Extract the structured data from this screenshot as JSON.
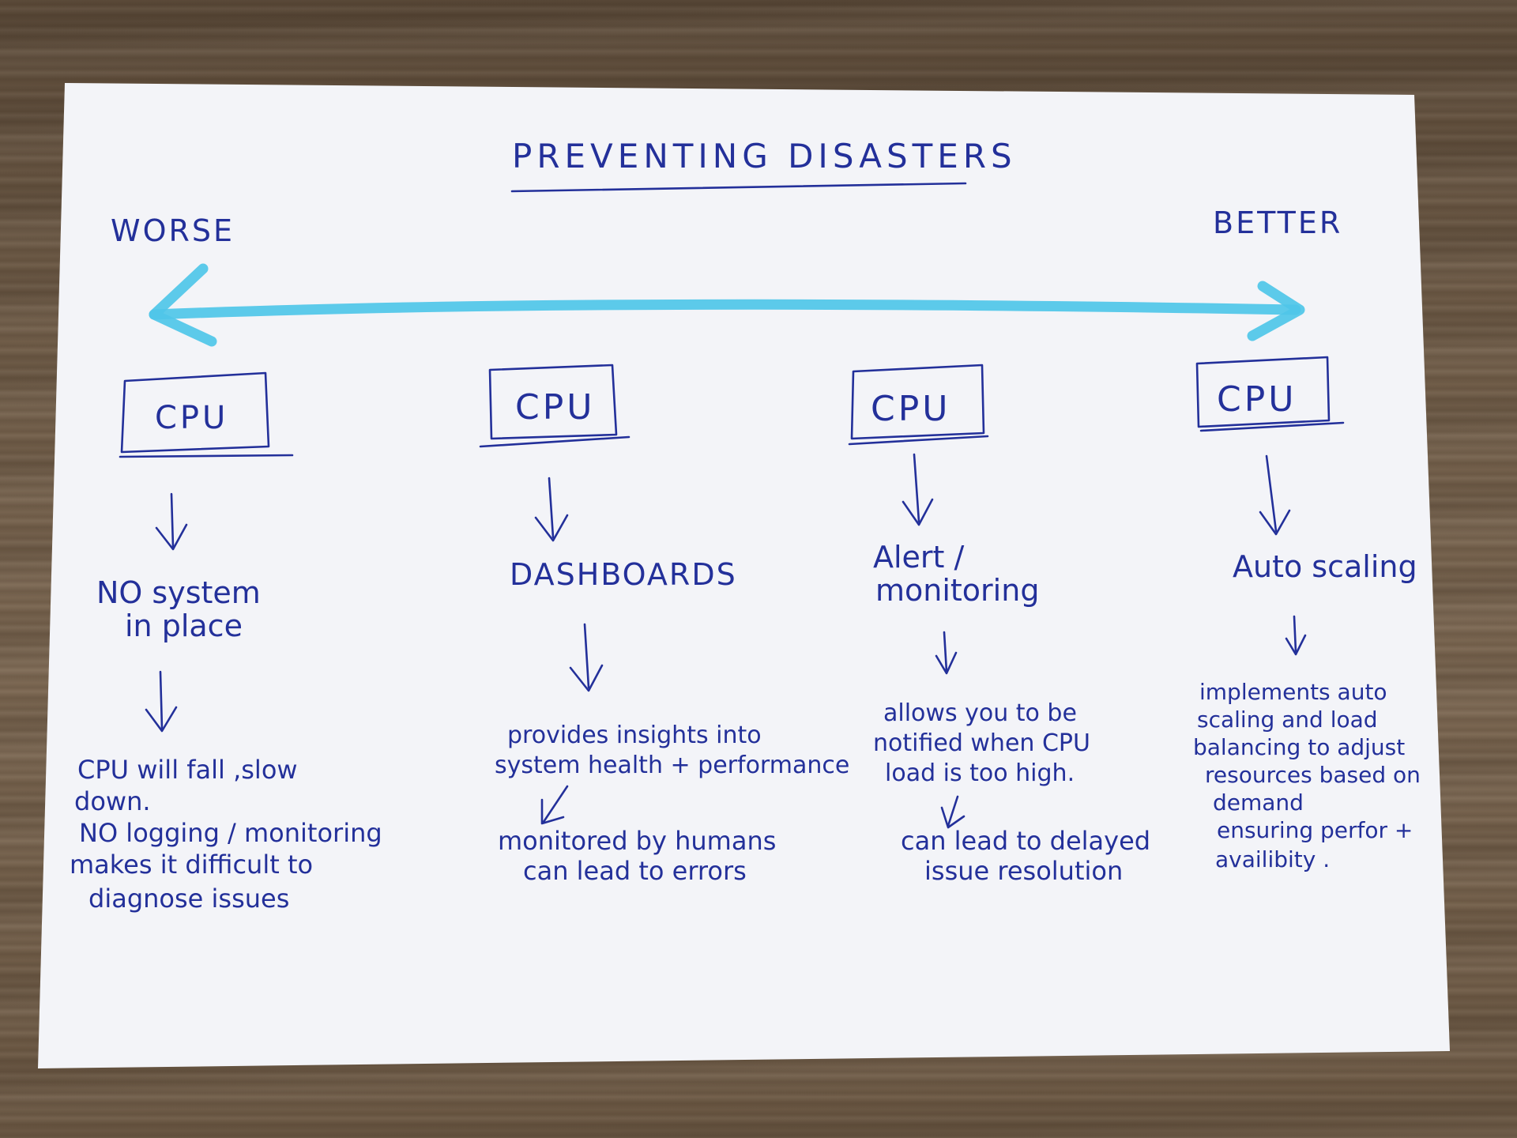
{
  "diagram": {
    "title": "PREVENTING DISASTERS",
    "scale": {
      "left_label": "WORSE",
      "right_label": "BETTER"
    },
    "columns": [
      {
        "box_label": "CPU",
        "method": [
          "NO system",
          "in place"
        ],
        "description": [
          "CPU will fall ,slow",
          "down.",
          "NO logging / monitoring",
          "makes it difficult to",
          "diagnose issues"
        ],
        "drawback": []
      },
      {
        "box_label": "CPU",
        "method": [
          "DASHBOARDS"
        ],
        "description": [
          "provides insights into",
          "system health + performance"
        ],
        "drawback": [
          "monitored by humans",
          "can lead to errors"
        ]
      },
      {
        "box_label": "CPU",
        "method": [
          "Alert /",
          "monitoring"
        ],
        "description": [
          "allows you to be",
          "notified when CPU",
          "load is too high."
        ],
        "drawback": [
          "can lead to delayed",
          "issue resolution"
        ]
      },
      {
        "box_label": "CPU",
        "method": [
          "Auto scaling"
        ],
        "description": [
          "implements auto",
          "scaling and load",
          "balancing to adjust",
          "resources based on",
          "demand",
          "ensuring perfor +",
          "availibity ."
        ],
        "drawback": []
      }
    ]
  }
}
